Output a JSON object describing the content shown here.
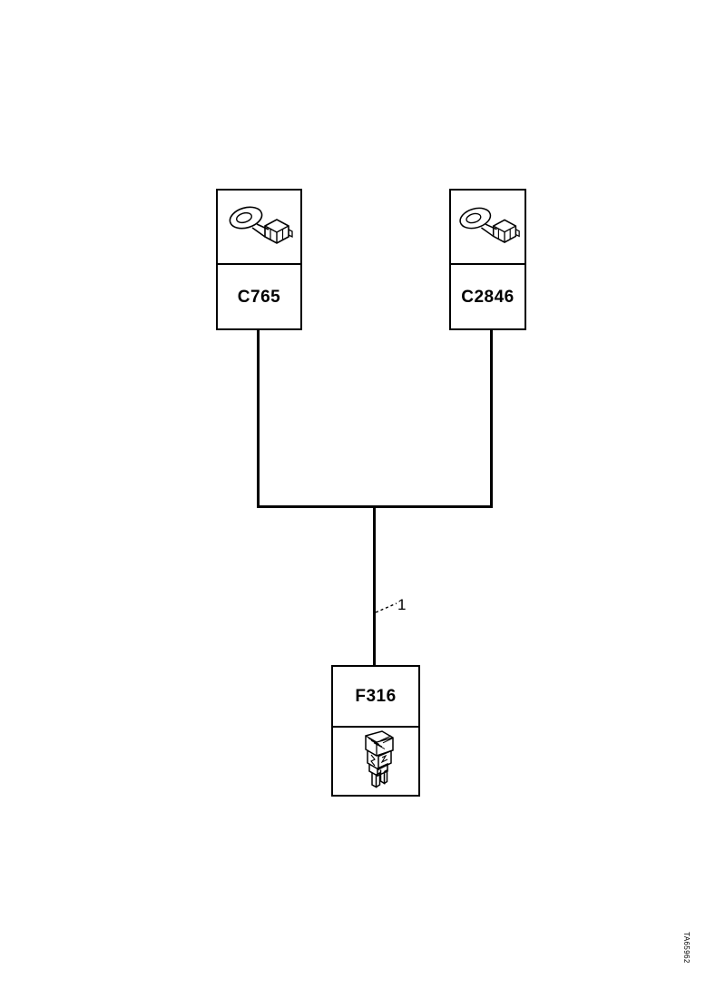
{
  "diagram": {
    "type": "automotive-wiring-schematic",
    "background_color": "#ffffff",
    "line_color": "#000000",
    "components": [
      {
        "id": "c765",
        "label": "C765",
        "kind": "ring-terminal-connector",
        "icon_name": "ring-terminal-icon",
        "label_position": "bottom"
      },
      {
        "id": "c2846",
        "label": "C2846",
        "kind": "ring-terminal-connector",
        "icon_name": "ring-terminal-icon",
        "label_position": "bottom"
      },
      {
        "id": "f316",
        "label": "F316",
        "kind": "blade-fuse",
        "icon_name": "blade-fuse-icon",
        "label_position": "top"
      }
    ],
    "callouts": [
      {
        "id": "callout-1",
        "text": "1",
        "target": "branch-wire",
        "leader_style": "dashed"
      }
    ],
    "watermark": {
      "text": "TA65962",
      "orientation": "vertical"
    }
  }
}
